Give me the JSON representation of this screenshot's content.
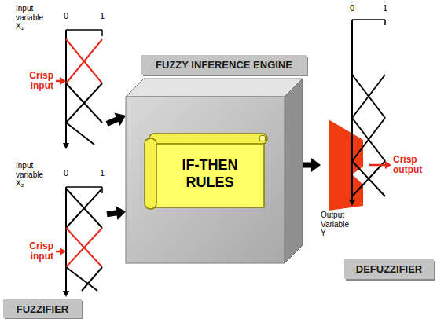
{
  "diagram": {
    "nodes": [
      {
        "text": [
          "Input variable X₁",
          "0",
          "1",
          "Crisp input"
        ]
      },
      {
        "text": [
          "FUZZY INFERENCE ENGINE"
        ]
      },
      {
        "text": [
          "IF-THEN RULES"
        ],
        "in": 1
      },
      {
        "text": [
          "0",
          "1",
          "Crisp output",
          "Output Variable Y"
        ]
      },
      {
        "text": [
          "Input variable X₂",
          "0",
          "1",
          "Crisp input"
        ]
      },
      {
        "text": [
          "DEFUZZIFIER"
        ]
      },
      {
        "text": [
          "FUZZIFIER"
        ]
      }
    ],
    "edges": [
      {
        "from": 0,
        "to": 1,
        "arrow": "to"
      },
      {
        "from": 4,
        "to": 1,
        "arrow": "to"
      },
      {
        "from": 1,
        "to": 3,
        "arrow": "to"
      }
    ]
  }
}
